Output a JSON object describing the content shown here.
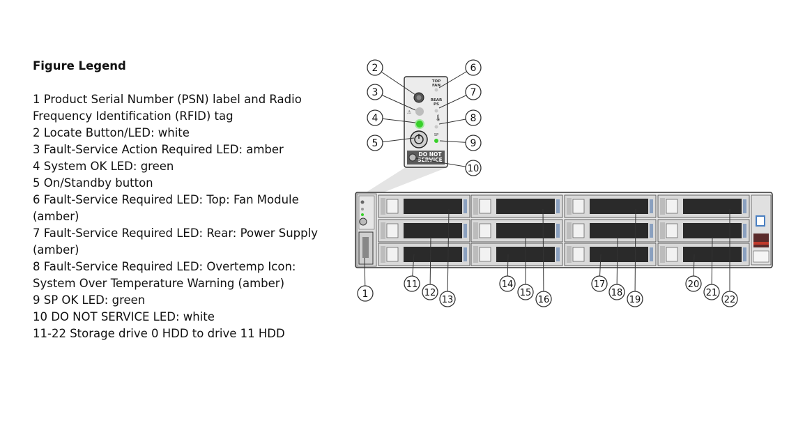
{
  "legend": {
    "title": "Figure Legend",
    "items": [
      "1 Product Serial Number (PSN) label and Radio Frequency Identification (RFID) tag",
      "2 Locate Button/LED: white",
      "3 Fault-Service Action Required LED: amber",
      "4 System OK LED: green",
      "5 On/Standby button",
      "6 Fault-Service Required LED: Top: Fan Module (amber)",
      "7 Fault-Service Required LED: Rear: Power Supply (amber)",
      "8 Fault-Service Required LED: Overtemp Icon: System Over Temperature Warning (amber)",
      "9 SP OK LED: green",
      "10 DO NOT SERVICE LED: white",
      "11-22 Storage drive 0 HDD to drive 11 HDD"
    ]
  },
  "diagram": {
    "panel_labels": {
      "top_fan": "TOP\nFAN",
      "rear_ps": "REAR\nPS",
      "sp": "SP",
      "do_not_service": "DO NOT\nSERVICE"
    },
    "callouts": [
      "1",
      "2",
      "3",
      "4",
      "5",
      "6",
      "7",
      "8",
      "9",
      "10",
      "11",
      "12",
      "13",
      "14",
      "15",
      "16",
      "17",
      "18",
      "19",
      "20",
      "21",
      "22"
    ],
    "colors": {
      "chassis": "#e9e9e9",
      "outline": "#333333",
      "drive_face": "#d9d9d9",
      "mesh": "#2a2a2a",
      "green_led": "#38d02a",
      "grey_led": "#bdbdbd",
      "callout_stroke": "#333333",
      "accent_blue": "#4a7fc1",
      "accent_red": "#c0392b"
    }
  }
}
